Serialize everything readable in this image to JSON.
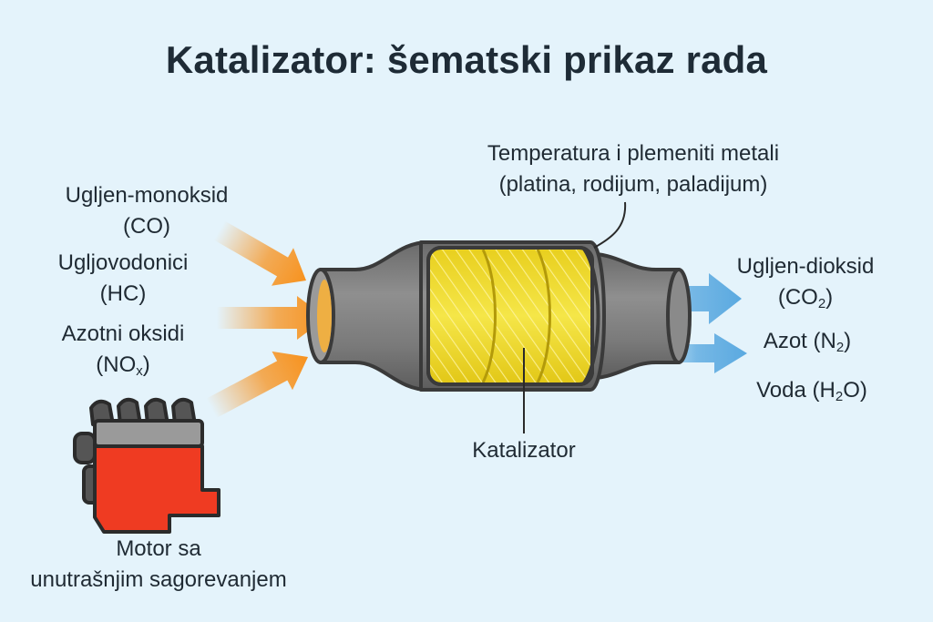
{
  "title": "Katalizator: šematski prikaz rada",
  "inputs": [
    {
      "name": "Ugljen-monoksid",
      "formula": "(CO)"
    },
    {
      "name": "Ugljovodonici",
      "formula": "(HC)"
    },
    {
      "name": "Azotni oksidi",
      "formula_main": "(NO",
      "formula_sub": "x",
      "formula_end": ")"
    }
  ],
  "engine_label": {
    "line1": "Motor sa",
    "line2": "unutrašnjim sagorevanjem"
  },
  "metals_label": {
    "line1": "Temperatura i plemeniti metali",
    "line2": "(platina, rodijum, paladijum)"
  },
  "catalyst_label": "Katalizator",
  "outputs": [
    {
      "name_line1": "Ugljen-dioksid",
      "f_main": "(CO",
      "f_sub": "2",
      "f_end": ")"
    },
    {
      "main": "Azot (N",
      "sub": "2",
      "end": ")"
    },
    {
      "main": "Voda (H",
      "sub": "2",
      "end": "O)"
    }
  ],
  "colors": {
    "background": "#e4f3fb",
    "input_arrow": "#f7921e",
    "output_arrow": "#5aa9e0",
    "shell": "#7c7c7c",
    "catalyst_core": "#f1df2e",
    "engine_block": "#ef3b22"
  },
  "icons": [
    "engine-icon",
    "catalytic-converter-icon"
  ]
}
